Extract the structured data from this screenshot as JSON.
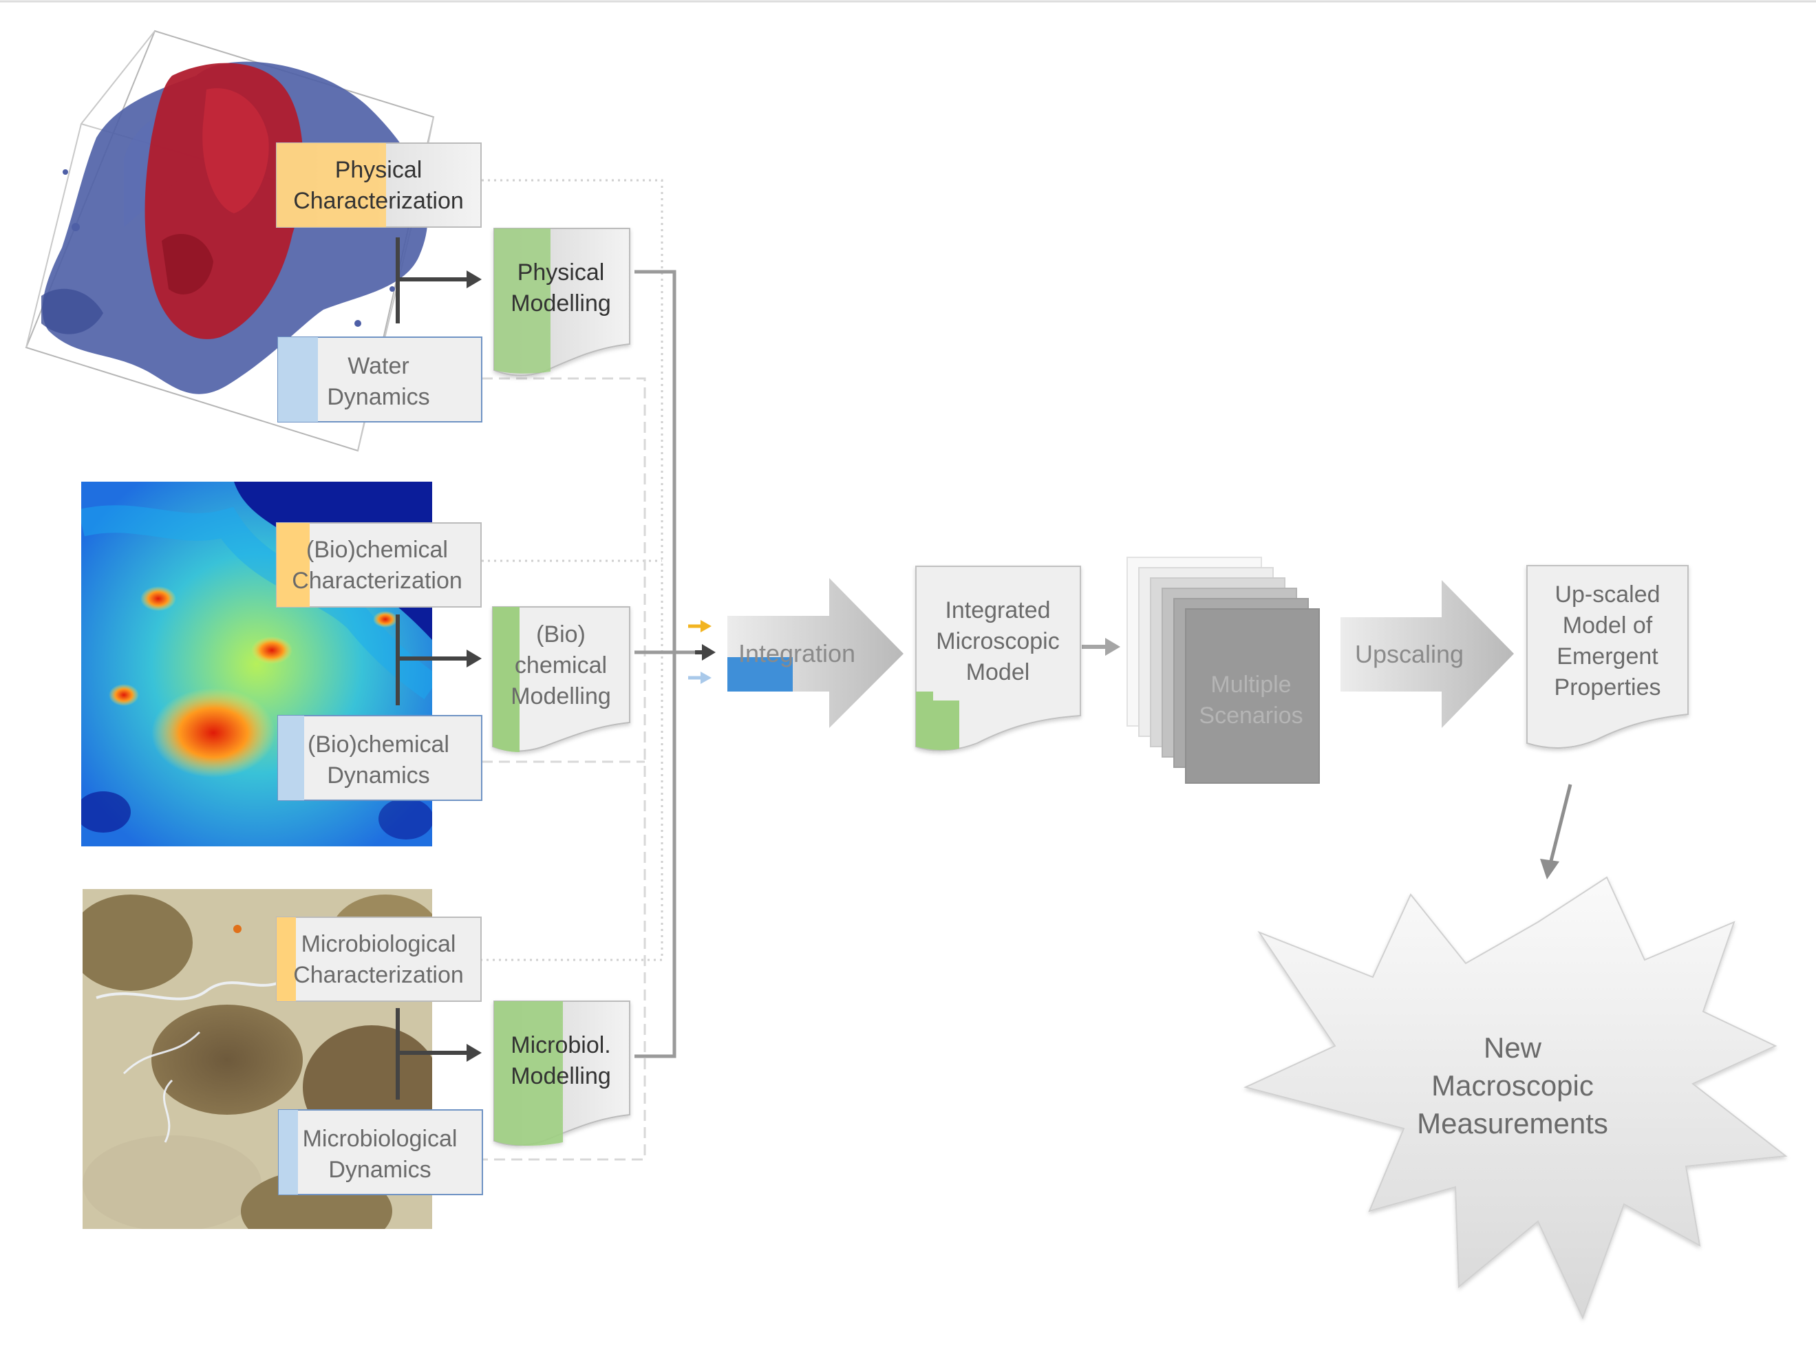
{
  "boxes": {
    "physical_characterization": [
      "Physical",
      "Characterization"
    ],
    "water_dynamics": [
      "Water",
      "Dynamics"
    ],
    "biochemical_characterization": [
      "(Bio)chemical",
      "Characterization"
    ],
    "biochemical_dynamics": [
      "(Bio)chemical",
      "Dynamics"
    ],
    "microbiological_characterization": [
      "Microbiological",
      "Characterization"
    ],
    "microbiological_dynamics": [
      "Microbiological",
      "Dynamics"
    ]
  },
  "models": {
    "physical_modelling": [
      "Physical",
      "Modelling"
    ],
    "biochemical_modelling": [
      "(Bio)",
      "chemical",
      "Modelling"
    ],
    "microbiol_modelling": [
      "Microbiol.",
      "Modelling"
    ]
  },
  "pipeline": {
    "integration": "Integration",
    "integrated_model": [
      "Integrated",
      "Microscopic",
      "Model"
    ],
    "multiple_scenarios": [
      "Multiple",
      "Scenarios"
    ],
    "upscaling": "Upscaling",
    "upscaled_model": [
      "Up-scaled",
      "Model of",
      "Emergent",
      "Properties"
    ],
    "new_measurements": [
      "New",
      "Macroscopic",
      "Measurements"
    ]
  },
  "colors": {
    "characterization_accent": "#ffd27a",
    "dynamics_accent": "#bcd6ee",
    "modelling_accent": "#9fcf82",
    "integration_accent": "#3f8fd8",
    "box_fill": "#efefef",
    "box_border": "#bdbdbd",
    "dark_arrow": "#444444",
    "grey_arrow": "#9a9a9a",
    "tomography_blob": "#4e5fa6",
    "tomography_core": "#b01c2e",
    "heatmap_background": "#0b1d9a",
    "heatmap_cool": "#15a6ee",
    "heatmap_hot": "#f45a14",
    "micrograph_background": "#cfc6a6",
    "micrograph_aggregates": "#7e6a44"
  },
  "icons": [
    "tomography-image",
    "chemical-map-image",
    "micrograph-image"
  ]
}
